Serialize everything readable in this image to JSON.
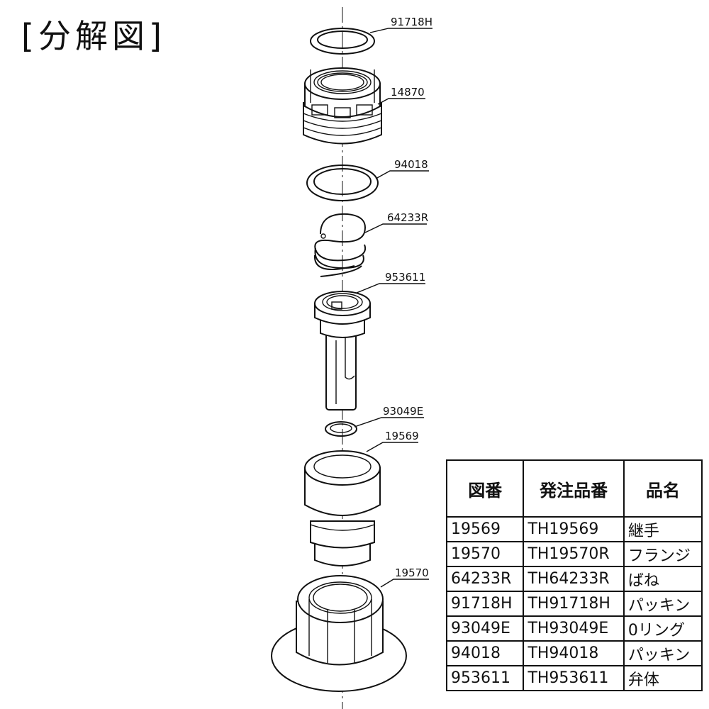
{
  "title": "[分解図]",
  "callouts": [
    "91718H",
    "14870",
    "94018",
    "64233R",
    "953611",
    "93049E",
    "19569",
    "19570"
  ],
  "table": {
    "headers": [
      "図番",
      "発注品番",
      "品名"
    ],
    "rows": [
      [
        "19569",
        "TH19569",
        "継手"
      ],
      [
        "19570",
        "TH19570R",
        "フランジ"
      ],
      [
        "64233R",
        "TH64233R",
        "ばね"
      ],
      [
        "91718H",
        "TH91718H",
        "パッキン"
      ],
      [
        "93049E",
        "TH93049E",
        "0リング"
      ],
      [
        "94018",
        "TH94018",
        "パッキン"
      ],
      [
        "953611",
        "TH953611",
        "弁体"
      ]
    ]
  }
}
